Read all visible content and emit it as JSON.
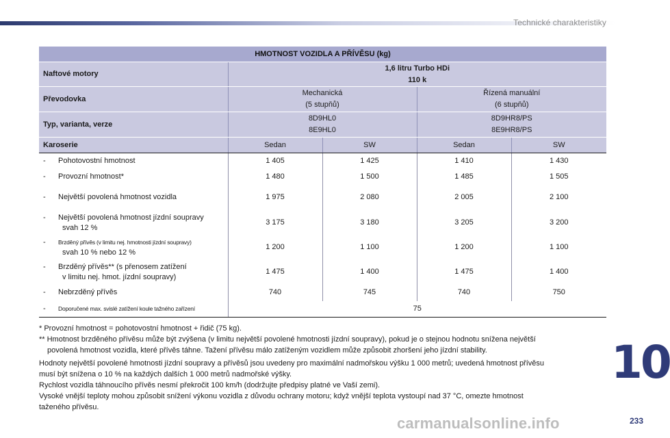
{
  "header": {
    "section_title": "Technické charakteristiky"
  },
  "table": {
    "title": "HMOTNOST VOZIDLA A PŘÍVĚSU (kg)",
    "engine": {
      "label": "Naftové motory",
      "value_line1": "1,6 litru Turbo HDi",
      "value_line2": "110 k"
    },
    "gearbox": {
      "label": "Převodovka",
      "col1_line1": "Mechanická",
      "col1_line2": "(5 stupňů)",
      "col2_line1": "Řízená manuální",
      "col2_line2": "(6 stupňů)"
    },
    "type": {
      "label": "Typ, varianta, verze",
      "col1_line1": "8D9HL0",
      "col1_line2": "8E9HL0",
      "col2_line1": "8D9HR8/PS",
      "col2_line2": "8E9HR8/PS"
    },
    "body": {
      "label": "Karoserie",
      "cols": [
        "Sedan",
        "SW",
        "Sedan",
        "SW"
      ]
    },
    "rows": [
      {
        "label1": "Pohotovostní hmotnost",
        "label2": "",
        "values": [
          "1 405",
          "1 425",
          "1 410",
          "1 430"
        ]
      },
      {
        "label1": "Provozní hmotnost*",
        "label2": "",
        "values": [
          "1 480",
          "1 500",
          "1 485",
          "1 505"
        ]
      },
      {
        "label1": "Největší povolená hmotnost vozidla",
        "label2": "",
        "values": [
          "1 975",
          "2 080",
          "2 005",
          "2 100"
        ]
      },
      {
        "label1": "Největší povolená hmotnost jízdní soupravy",
        "label2": "svah 12 %",
        "values": [
          "3 175",
          "3 180",
          "3 205",
          "3 200"
        ]
      },
      {
        "label1": "Brzděný přívěs (v limitu nej. hmotnosti jízdní soupravy)",
        "label2": "svah 10 % nebo 12 %",
        "values": [
          "1 200",
          "1 100",
          "1 200",
          "1 100"
        ]
      },
      {
        "label1": "Brzděný přívěs** (s přenosem zatížení",
        "label2": "v limitu nej. hmot. jízdní soupravy)",
        "values": [
          "1 475",
          "1 400",
          "1 475",
          "1 400"
        ]
      },
      {
        "label1": "Nebrzděný přívěs",
        "label2": "",
        "values": [
          "740",
          "745",
          "740",
          "750"
        ]
      }
    ],
    "last_row": {
      "label": "Doporučené max. svislé zatížení koule tažného zařízení",
      "value": "75"
    }
  },
  "footnotes": {
    "note1": "* Provozní hmotnost = pohotovostní hmotnost + řidič (75 kg).",
    "note2_line1": "** Hmotnost brzděného přívěsu může být zvýšena (v limitu největší povolené hmotnosti jízdní soupravy), pokud je o stejnou hodnotu snížena největší",
    "note2_line2": "povolená hmotnost vozidla, které přívěs táhne. Tažení přívěsu málo zatíženým vozidlem může způsobit zhoršení jeho jízdní stability."
  },
  "paragraphs": {
    "p1_line1": "Hodnoty největší povolené hmotnosti jízdní soupravy a přívěsů jsou uvedeny pro maximální nadmořskou výšku 1 000 metrů; uvedená hmotnost přívěsu",
    "p1_line2": "musí být snížena o 10 % na každých dalších 1 000 metrů nadmořské výšky.",
    "p2": "Rychlost vozidla táhnoucího přívěs nesmí překročit 100 km/h (dodržujte předpisy platné ve Vaší zemi).",
    "p3_line1": "Vysoké vnější teploty mohou způsobit snížení výkonu vozidla z důvodu ochrany motoru; když vnější teplota vystoupí nad 37 °C, omezte hmotnost",
    "p3_line2": "taženého přívěsu."
  },
  "chapter_number": "10",
  "page_number": "233",
  "watermark": "carmanualsonline.info",
  "colors": {
    "accent": "#2f3b78",
    "table_title_bg": "#a7a9cf",
    "table_header_bg": "#c9c9e0"
  }
}
